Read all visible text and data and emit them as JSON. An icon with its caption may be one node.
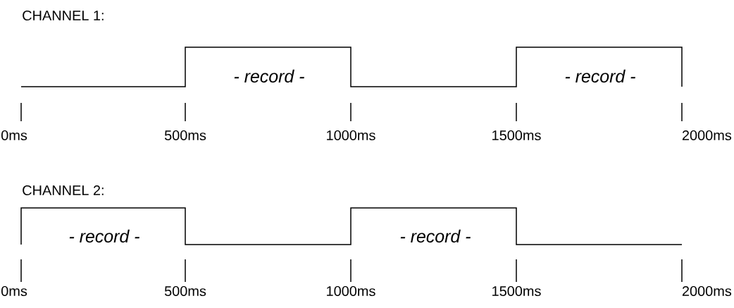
{
  "diagram": {
    "labels": [
      "CHANNEL 1:",
      "- record -",
      "- record -",
      "0ms",
      "500ms",
      "1000ms",
      "1500ms",
      "2000ms",
      "CHANNEL 2:",
      "- record -",
      "- record -",
      "0ms",
      "500ms",
      "1000ms",
      "1500ms",
      "2000ms"
    ]
  }
}
